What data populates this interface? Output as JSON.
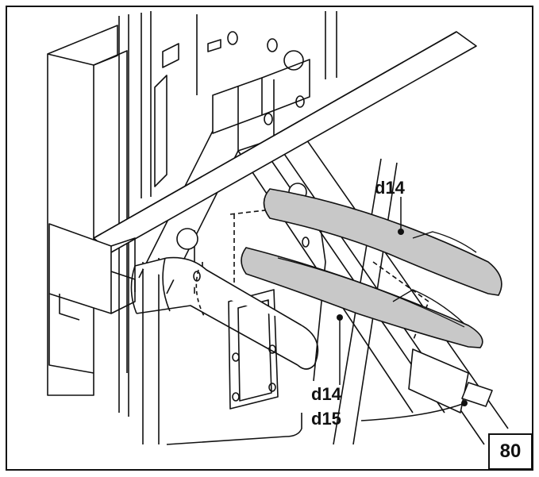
{
  "figure": {
    "number": "80",
    "labels": {
      "upper_blade": "d14",
      "lower_blade": "d14",
      "catch": "d15"
    },
    "colors": {
      "line": "#111111",
      "highlight_fill": "#c8c8c8",
      "background": "#ffffff"
    }
  }
}
